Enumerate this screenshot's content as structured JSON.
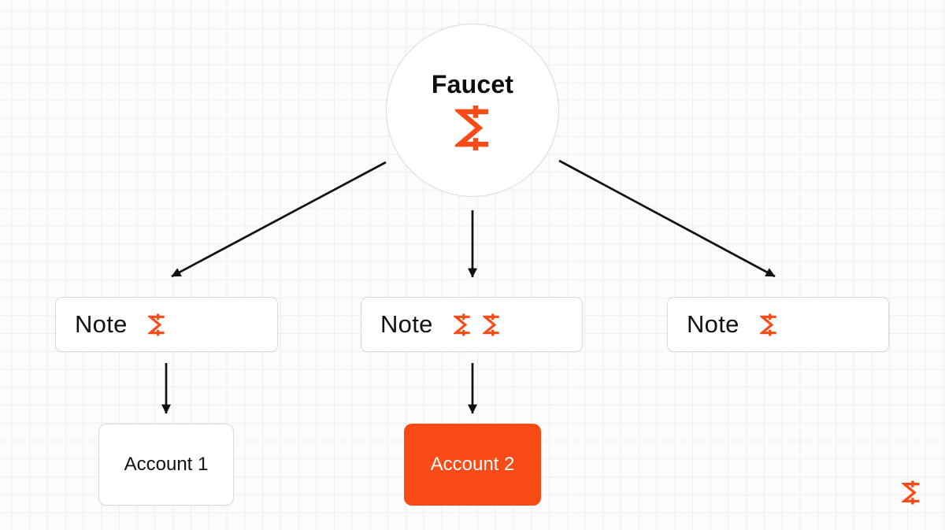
{
  "diagram": {
    "faucet": {
      "label": "Faucet",
      "icon": "miden-asset-icon"
    },
    "notes": [
      {
        "label": "Note",
        "asset_icon_count": 1
      },
      {
        "label": "Note",
        "asset_icon_count": 2
      },
      {
        "label": "Note",
        "asset_icon_count": 1
      }
    ],
    "accounts": [
      {
        "label": "Account 1",
        "highlighted": false
      },
      {
        "label": "Account 2",
        "highlighted": true
      }
    ],
    "watermark_icon": "miden-asset-icon",
    "edges": [
      "faucet->note-1",
      "faucet->note-2",
      "faucet->note-3",
      "note-1->account-1",
      "note-2->account-2"
    ]
  },
  "colors": {
    "accent_orange": "#FA4B16",
    "node_border": "#D9D9D9",
    "node_fill": "#FFFFFF",
    "arrow": "#111111",
    "text": "#111111",
    "account2_text": "#FFFFFF",
    "background": "#FCFCFC",
    "grid_line": "#EEEEF0"
  }
}
